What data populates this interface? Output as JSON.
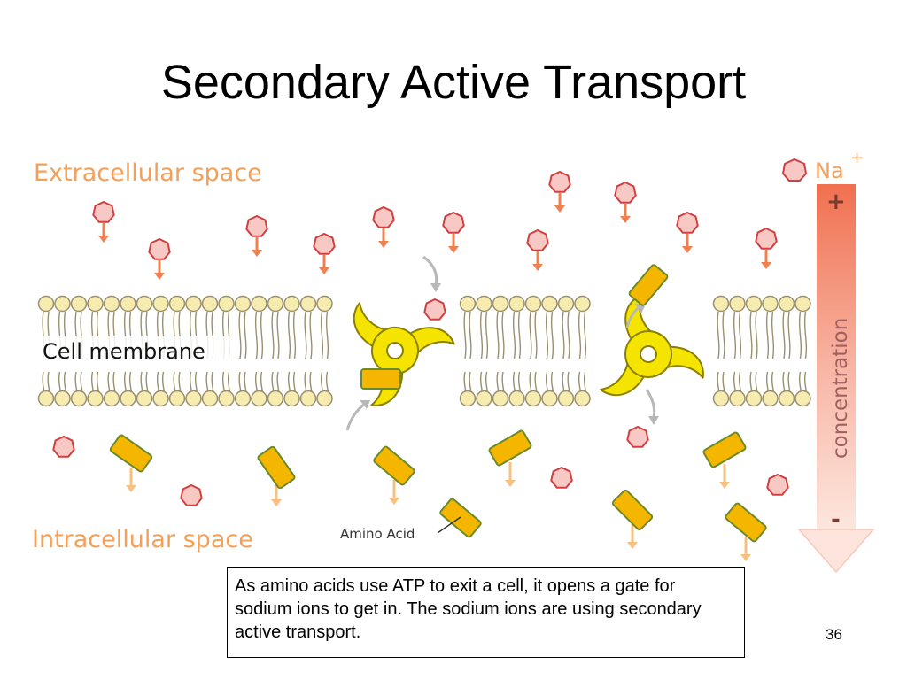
{
  "slide": {
    "title": "Secondary Active Transport",
    "number": "36"
  },
  "diagram": {
    "extracellular_label": "Extracellular space",
    "intracellular_label": "Intracellular space",
    "membrane_label": "Cell membrane",
    "amino_acid_label": "Amino Acid",
    "ion_label": "Na",
    "ion_charge": "+",
    "gradient_label": "concentration",
    "gradient_high": "+",
    "gradient_low": "-",
    "colors": {
      "label_orange": "#f2a05a",
      "ion_fill": "#f8c8c4",
      "ion_stroke": "#d04040",
      "ion_arrow": "#f08050",
      "amino_fill": "#f5b600",
      "amino_stroke": "#6a8a2a",
      "amino_arrow": "#f8c080",
      "lipid_head": "#f7ecb0",
      "lipid_stroke": "#9a9070",
      "protein_fill": "#f5e400",
      "protein_stroke": "#8a8000"
    }
  },
  "caption": {
    "text": "As amino acids use ATP to exit a cell, it opens a gate for sodium ions to get in. The sodium ions are using secondary active transport."
  }
}
